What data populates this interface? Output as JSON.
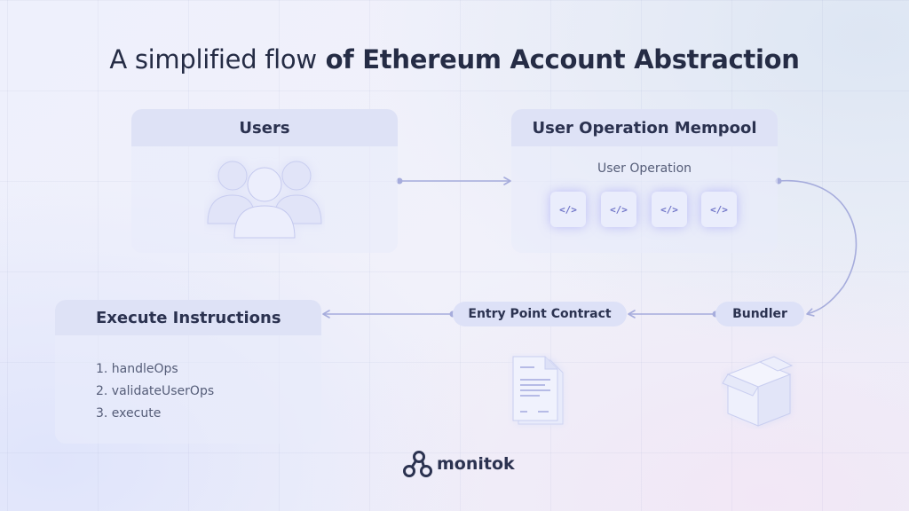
{
  "title": {
    "light": "A simplified flow",
    "bold": "of Ethereum Account Abstraction"
  },
  "users": {
    "heading": "Users",
    "icon": "users-group-icon"
  },
  "mempool": {
    "heading": "User Operation Mempool",
    "caption": "User Operation",
    "chips": [
      "</>",
      "</>",
      "</>",
      "</>"
    ],
    "chip_icon": "code-icon"
  },
  "entry_point": {
    "label": "Entry Point Contract",
    "icon": "document-icon"
  },
  "bundler": {
    "label": "Bundler",
    "icon": "box-icon"
  },
  "execute": {
    "heading": "Execute Instructions",
    "steps": [
      "1. handleOps",
      "2. validateUserOps",
      "3. execute"
    ]
  },
  "brand": {
    "name": "monitok",
    "logo_icon": "monitok-logo-icon"
  },
  "colors": {
    "text": "#2b3250",
    "panel_head": "#dee2f6",
    "arrow": "#a6acdc",
    "chip_text": "#6f74c8"
  }
}
